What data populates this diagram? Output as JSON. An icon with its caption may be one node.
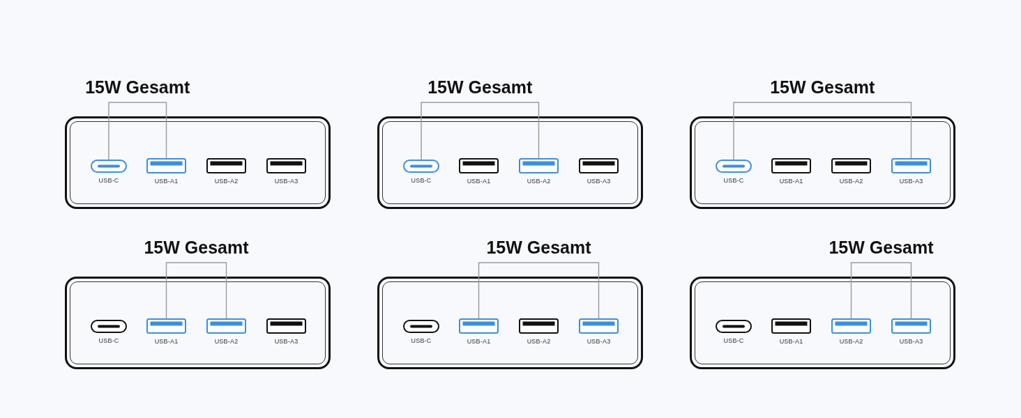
{
  "diagram": {
    "nodes": [
      {
        "text": [
          "15W Gesamt"
        ]
      },
      {
        "text": [
          "USB-C"
        ],
        "in": 0
      },
      {
        "text": [
          "USB-A1"
        ],
        "in": 0
      },
      {
        "text": [
          "USB-A2"
        ],
        "in": 0
      },
      {
        "text": [
          "USB-A3"
        ],
        "in": 0
      },
      {
        "text": [
          "15W Gesamt"
        ]
      },
      {
        "text": [
          "USB-C"
        ],
        "in": 5
      },
      {
        "text": [
          "USB-A1"
        ],
        "in": 5
      },
      {
        "text": [
          "USB-A2"
        ],
        "in": 5
      },
      {
        "text": [
          "USB-A3"
        ],
        "in": 5
      },
      {
        "text": [
          "15W Gesamt"
        ]
      },
      {
        "text": [
          "USB-C"
        ],
        "in": 10
      },
      {
        "text": [
          "USB-A1"
        ],
        "in": 10
      },
      {
        "text": [
          "USB-A2"
        ],
        "in": 10
      },
      {
        "text": [
          "USB-A3"
        ],
        "in": 10
      },
      {
        "text": [
          "15W Gesamt"
        ]
      },
      {
        "text": [
          "USB-C"
        ],
        "in": 15
      },
      {
        "text": [
          "USB-A1"
        ],
        "in": 15
      },
      {
        "text": [
          "USB-A2"
        ],
        "in": 15
      },
      {
        "text": [
          "USB-A3"
        ],
        "in": 15
      },
      {
        "text": [
          "15W Gesamt"
        ]
      },
      {
        "text": [
          "USB-C"
        ],
        "in": 20
      },
      {
        "text": [
          "USB-A1"
        ],
        "in": 20
      },
      {
        "text": [
          "USB-A2"
        ],
        "in": 20
      },
      {
        "text": [
          "USB-A3"
        ],
        "in": 20
      },
      {
        "text": [
          "15W Gesamt"
        ]
      },
      {
        "text": [
          "USB-C"
        ],
        "in": 25
      },
      {
        "text": [
          "USB-A1"
        ],
        "in": 25
      },
      {
        "text": [
          "USB-A2"
        ],
        "in": 25
      },
      {
        "text": [
          "USB-A3"
        ],
        "in": 25
      }
    ],
    "edges": [
      {
        "from": 1,
        "to": 2,
        "arrow": "none"
      },
      {
        "from": 6,
        "to": 8,
        "arrow": "none"
      },
      {
        "from": 11,
        "to": 14,
        "arrow": "none"
      },
      {
        "from": 17,
        "to": 18,
        "arrow": "none"
      },
      {
        "from": 22,
        "to": 24,
        "arrow": "none"
      },
      {
        "from": 28,
        "to": 29,
        "arrow": "none"
      }
    ]
  }
}
